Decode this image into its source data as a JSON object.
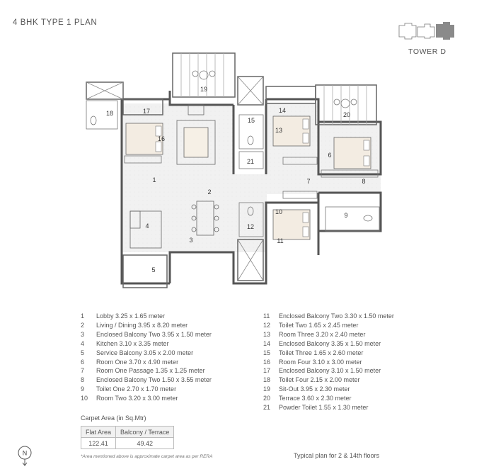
{
  "header": {
    "title": "4 BHK TYPE 1 PLAN",
    "tower_label": "TOWER D"
  },
  "plan": {
    "room_numbers": [
      "1",
      "2",
      "3",
      "4",
      "5",
      "6",
      "7",
      "8",
      "9",
      "10",
      "11",
      "12",
      "13",
      "14",
      "15",
      "16",
      "17",
      "18",
      "19",
      "20",
      "21"
    ]
  },
  "legend": {
    "left": [
      {
        "num": "1",
        "text": "Lobby 3.25 x 1.65 meter"
      },
      {
        "num": "2",
        "text": "Living / Dining 3.95 x 8.20 meter"
      },
      {
        "num": "3",
        "text": "Enclosed Balcony Two 3.95 x 1.50 meter"
      },
      {
        "num": "4",
        "text": "Kitchen 3.10 x 3.35 meter"
      },
      {
        "num": "5",
        "text": "Service Balcony 3.05 x 2.00 meter"
      },
      {
        "num": "6",
        "text": "Room One 3.70 x 4.90 meter"
      },
      {
        "num": "7",
        "text": "Room One Passage 1.35 x 1.25 meter"
      },
      {
        "num": "8",
        "text": "Enclosed Balcony Two 1.50 x 3.55 meter"
      },
      {
        "num": "9",
        "text": "Toilet One 2.70 x 1.70 meter"
      },
      {
        "num": "10",
        "text": "Room Two 3.20 x 3.00 meter"
      }
    ],
    "right": [
      {
        "num": "11",
        "text": "Enclosed Balcony Two 3.30 x 1.50 meter"
      },
      {
        "num": "12",
        "text": "Toilet Two 1.65 x 2.45 meter"
      },
      {
        "num": "13",
        "text": "Room Three 3.20 x 2.40 meter"
      },
      {
        "num": "14",
        "text": "Enclosed Balcony 3.35 x 1.50 meter"
      },
      {
        "num": "15",
        "text": "Toilet Three  1.65 x 2.60 meter"
      },
      {
        "num": "16",
        "text": "Room Four 3.10 x 3.00 meter"
      },
      {
        "num": "17",
        "text": "Enclosed Balcony 3.10 x 1.50 meter"
      },
      {
        "num": "18",
        "text": "Toilet Four 2.15 x 2.00 meter"
      },
      {
        "num": "19",
        "text": "Sit-Out 3.95 x 2.30 meter"
      },
      {
        "num": "20",
        "text": "Terrace 3.60 x 2.30 meter"
      },
      {
        "num": "21",
        "text": "Powder Toilet 1.55 x 1.30 meter"
      }
    ]
  },
  "carpet": {
    "title": "Carpet Area (in Sq.Mtr)",
    "headers": [
      "Flat Area",
      "Balcony / Terrace"
    ],
    "values": [
      "122.41",
      "49.42"
    ]
  },
  "footnote": "*Area mentioned above is approximate carpet area as per RERA",
  "typical_note": "Typical plan for 2 & 14th floors",
  "north_label": "N"
}
